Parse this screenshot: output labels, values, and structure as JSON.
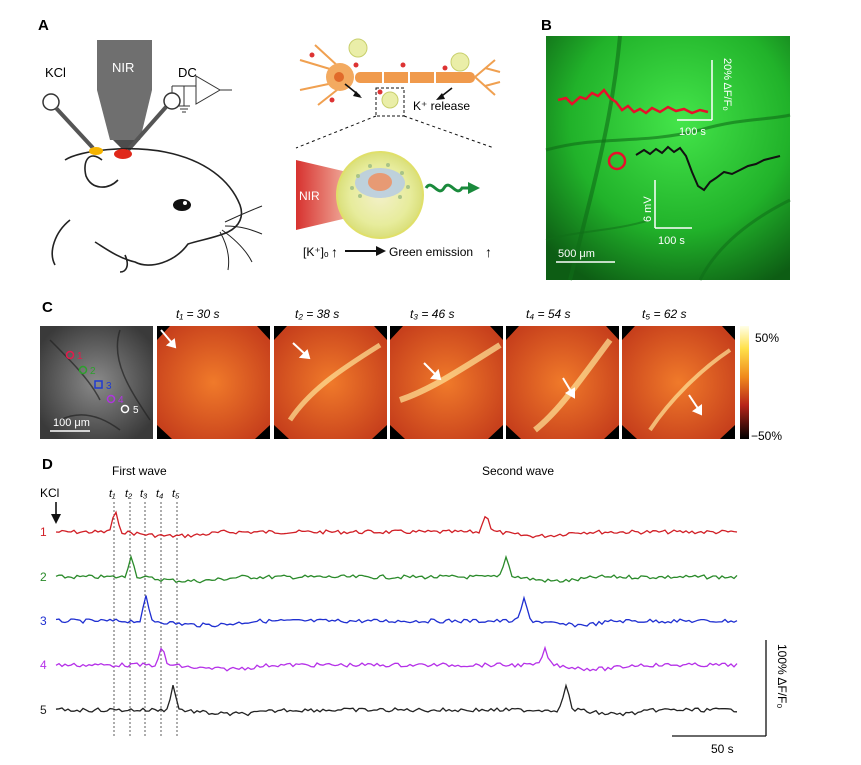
{
  "panels": {
    "a": "A",
    "b": "B",
    "c": "C",
    "d": "D"
  },
  "panel_a": {
    "kcl_label": "KCl",
    "nir_label": "NIR",
    "dc_label": "DC",
    "k_release_label": "K⁺ release",
    "nir_small_label": "NIR",
    "k_concentration_label": "[K⁺]ₒ",
    "green_emission_label": "Green emission",
    "up_arrow": "↑"
  },
  "panel_b": {
    "scale_fluor": "20% ΔF/F₀",
    "scale_time_top": "100 s",
    "scale_mv": "6 mV",
    "scale_time_bottom": "100 s",
    "scale_um": "500 μm",
    "colors": {
      "fluor_trace": "#e8102a",
      "ephys_trace": "#111111",
      "background": "#1fb82e"
    }
  },
  "panel_c": {
    "scale_um": "100 μm",
    "roi_labels": [
      "1",
      "2",
      "3",
      "4",
      "5"
    ],
    "roi_colors": [
      "#e6194b",
      "#2ca02c",
      "#1f3bd1",
      "#b035e0",
      "#ffffff"
    ],
    "time_labels": [
      "t₁ = 30 s",
      "t₂ = 38 s",
      "t₃ = 46 s",
      "t₄ = 54 s",
      "t₅ = 62 s"
    ],
    "colorbar_max": "50%",
    "colorbar_min": "−50%"
  },
  "panel_d": {
    "kcl_label": "KCl",
    "first_wave_label": "First wave",
    "second_wave_label": "Second wave",
    "t_labels": [
      "t₁",
      "t₂",
      "t₃",
      "t₄",
      "t₅"
    ],
    "trace_numbers": [
      "1",
      "2",
      "3",
      "4",
      "5"
    ],
    "trace_colors": [
      "#d11f26",
      "#2a8a2a",
      "#1f2fd1",
      "#b530e8",
      "#222222"
    ],
    "scale_fluor": "100% ΔF/F₀",
    "scale_time": "50 s"
  }
}
